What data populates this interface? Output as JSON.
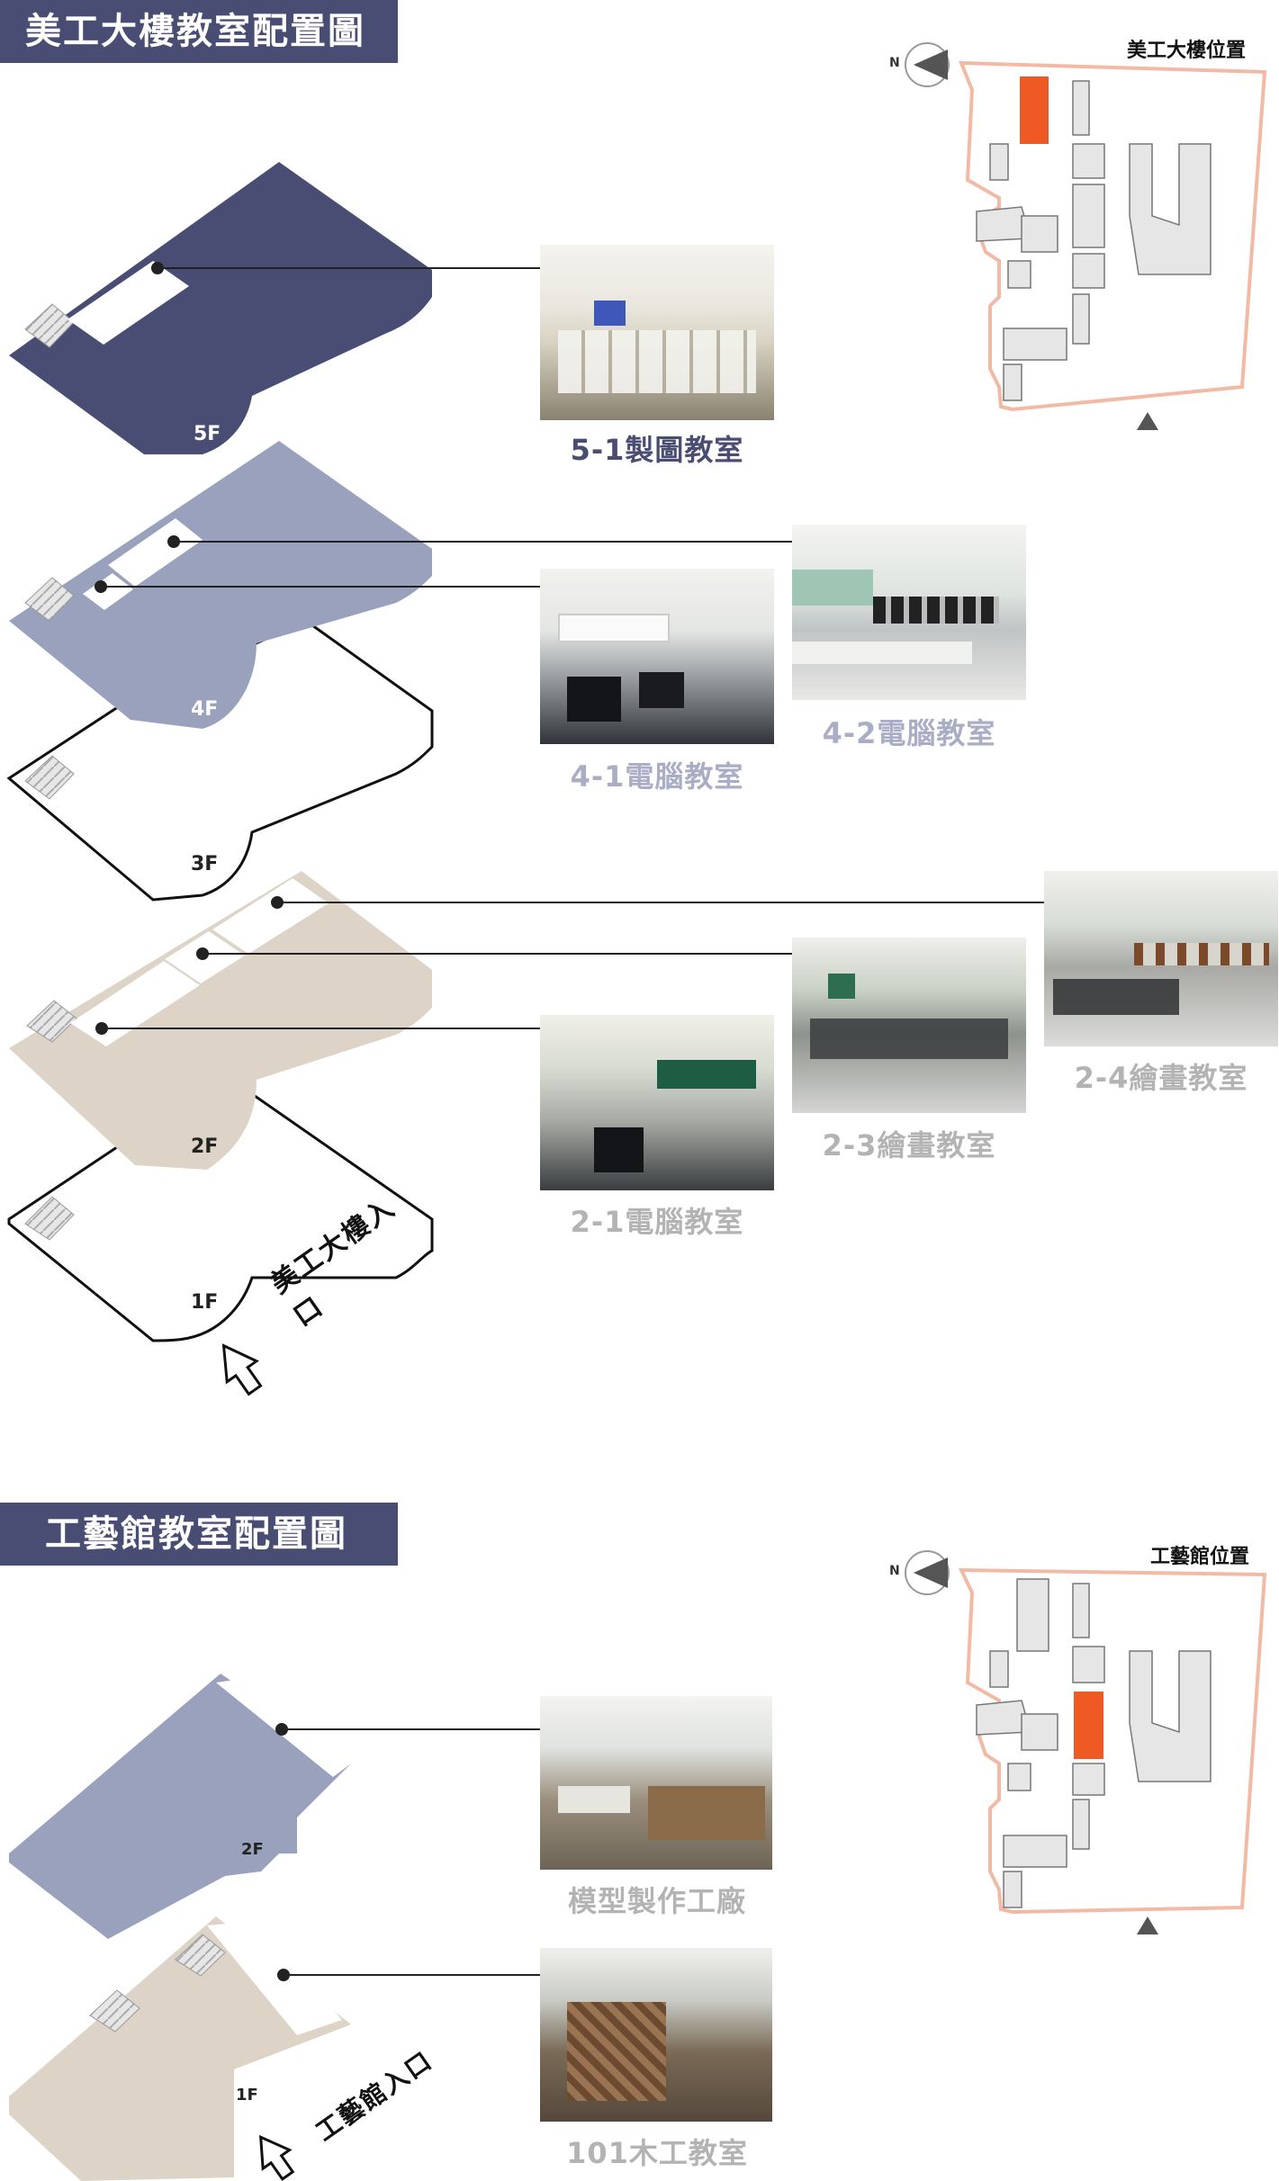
{
  "sections": {
    "meigong": {
      "banner": "美工大樓教室配置圖",
      "location_label": "美工大樓位置",
      "entrance": "美工大樓入口"
    },
    "gongyi": {
      "banner": "工藝館教室配置圖",
      "location_label": "工藝館位置",
      "entrance": "工藝館入口"
    }
  },
  "floors": {
    "f5": "5F",
    "f4": "4F",
    "f3": "3F",
    "f2": "2F",
    "f1": "1F",
    "g2": "2F",
    "g1": "1F"
  },
  "rooms": {
    "r51": "5-1製圖教室",
    "r41": "4-1電腦教室",
    "r42": "4-2電腦教室",
    "r21": "2-1電腦教室",
    "r23": "2-3繪畫教室",
    "r24": "2-4繪畫教室",
    "model": "模型製作工廠",
    "wood": "101木工教室"
  },
  "compass": "N",
  "colors": {
    "dark": "#4a4d73",
    "light": "#9aa1bd",
    "beige": "#ddd3c6",
    "highlight": "#ef5a24",
    "outline": "#f2b9a4"
  }
}
